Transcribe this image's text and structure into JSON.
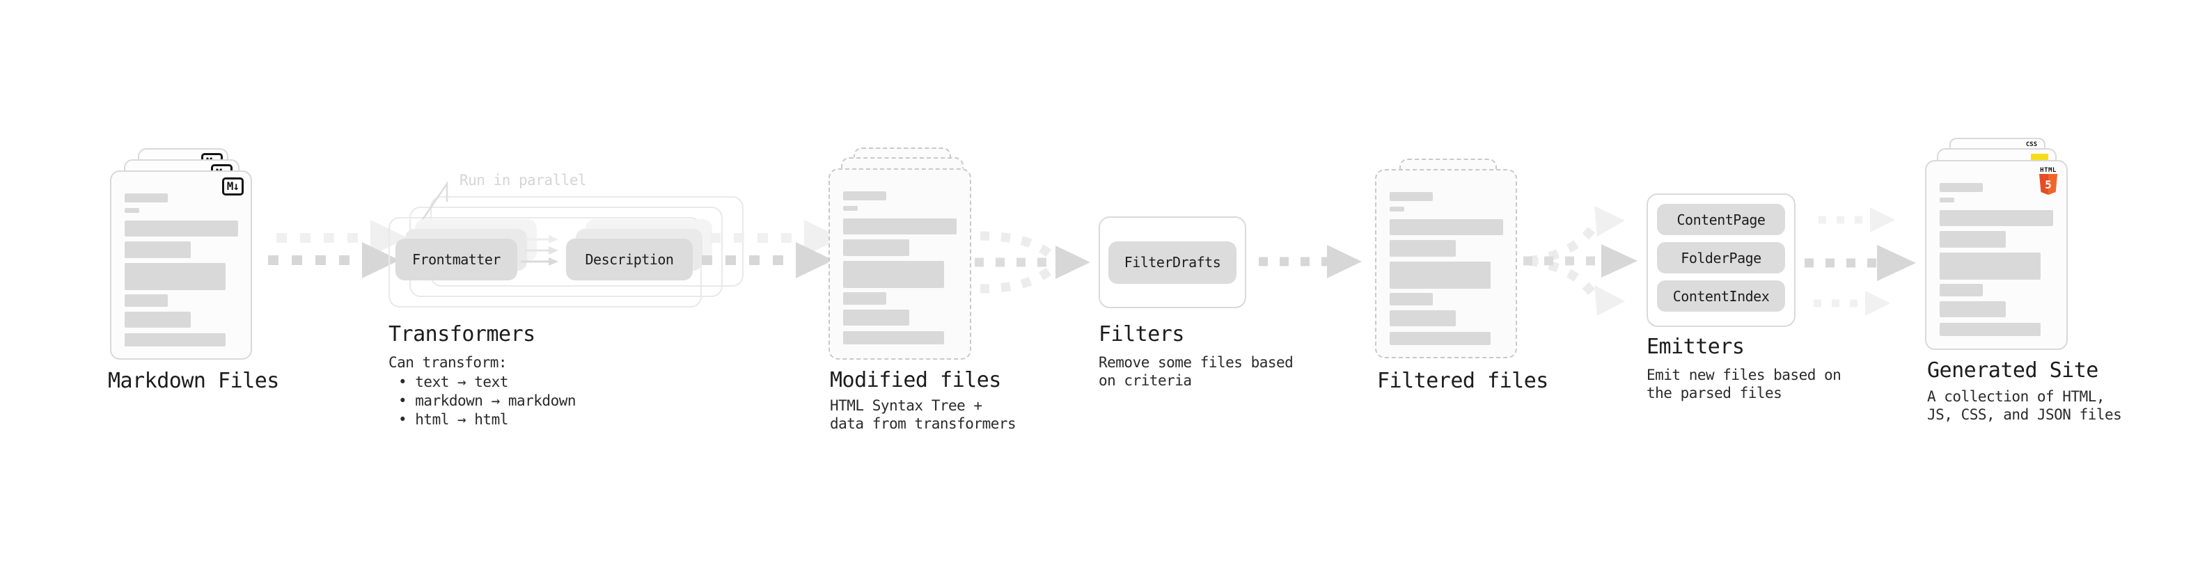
{
  "stages": {
    "markdown": {
      "label": "Markdown Files",
      "badge": "M↓"
    },
    "transformers": {
      "title": "Transformers",
      "note": "Run in parallel",
      "pill_left": "Frontmatter",
      "pill_right": "Description",
      "desc": "Can transform:",
      "bullets": [
        "• text → text",
        "• markdown → markdown",
        "• html → html"
      ]
    },
    "modified": {
      "label": "Modified files",
      "desc": "HTML Syntax Tree +\ndata from transformers"
    },
    "filters": {
      "title": "Filters",
      "pill": "FilterDrafts",
      "desc": "Remove some files based\non criteria"
    },
    "filtered": {
      "label": "Filtered files"
    },
    "emitters": {
      "title": "Emitters",
      "pills": [
        "ContentPage",
        "FolderPage",
        "ContentIndex"
      ],
      "desc": "Emit new files based on\nthe parsed files"
    },
    "generated": {
      "label": "Generated Site",
      "desc": "A collection of HTML,\nJS, CSS, and JSON files",
      "badge_css": "CSS",
      "badge_html": "HTML",
      "badge_html_num": "5"
    }
  },
  "colors": {
    "arrow_dark": "#d7d7d7",
    "arrow_ghost": "#f0f0f0",
    "arrow_curve": "#ececec",
    "bar": "#d9d9d9",
    "pill": "#dcdcdc",
    "js_yellow": "#f5de19",
    "css_blue": "#2b50e0",
    "html5_orange": "#e44d26",
    "html5_orange_light": "#f16529"
  }
}
